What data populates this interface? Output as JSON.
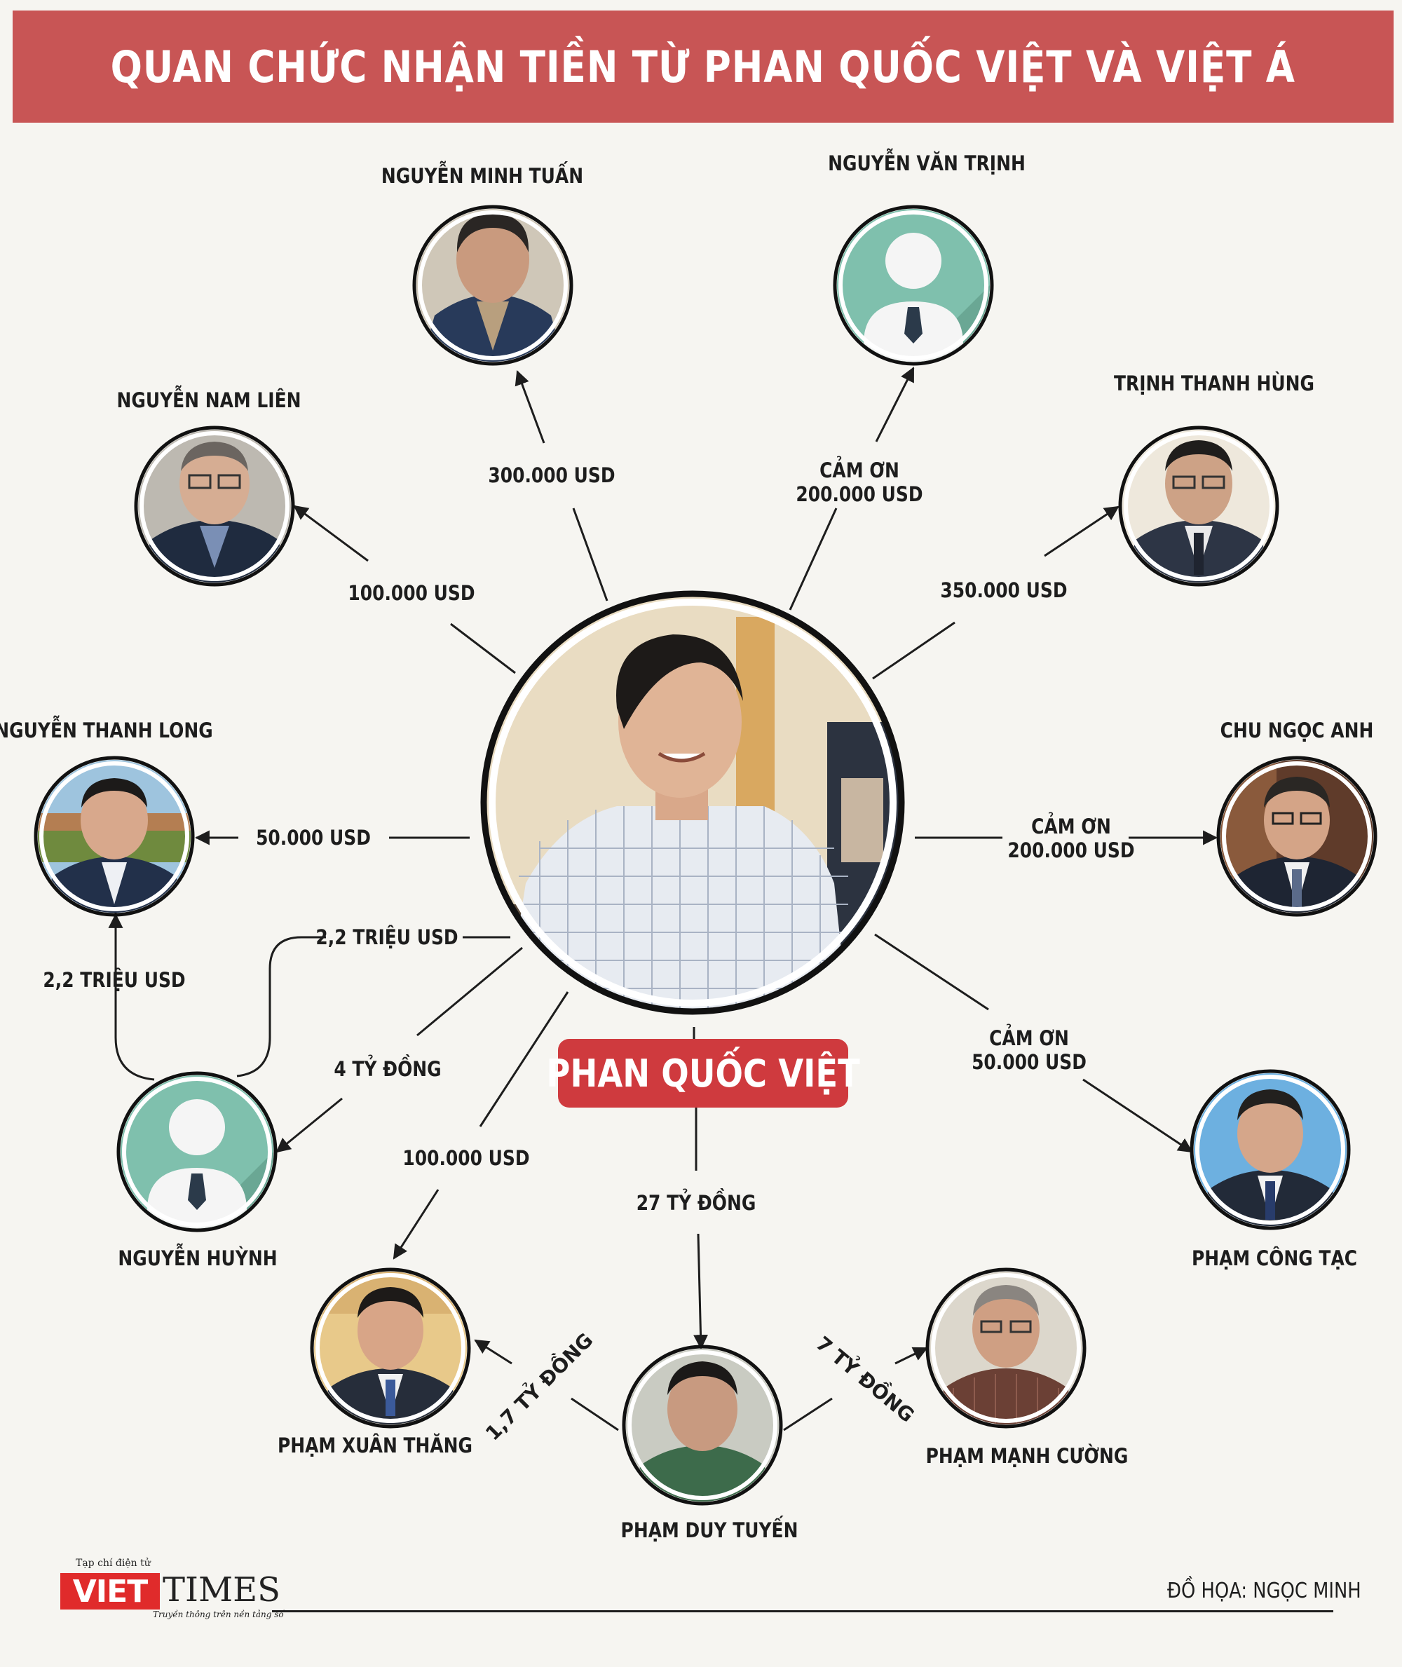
{
  "title": "QUAN CHỨC NHẬN TIỀN TỪ PHAN QUỐC VIỆT VÀ VIỆT Á",
  "center": {
    "name": "PHAN QUỐC VIỆT"
  },
  "people": {
    "tuan": "NGUYỄN MINH TUẤN",
    "trinh": "NGUYỄN VĂN TRỊNH",
    "lien": "NGUYỄN NAM LIÊN",
    "hung": "TRỊNH THANH HÙNG",
    "long": "NGUYỄN THANH LONG",
    "anh": "CHU NGỌC ANH",
    "huynh": "NGUYỄN HUỲNH",
    "tac": "PHẠM CÔNG TẠC",
    "thang": "PHẠM XUÂN THĂNG",
    "cuong": "PHẠM MẠNH CƯỜNG",
    "tuyen": "PHẠM DUY TUYẾN"
  },
  "amounts": {
    "tuan": "300.000 USD",
    "trinh_1": "CẢM ƠN",
    "trinh_2": "200.000 USD",
    "lien": "100.000 USD",
    "hung": "350.000 USD",
    "long": "50.000 USD",
    "anh_1": "CẢM ƠN",
    "anh_2": "200.000 USD",
    "huynh_a": "2,2 TRIỆU USD",
    "long_from_huynh": "2,2 TRIỆU USD",
    "huynh_b": "4 TỶ ĐỒNG",
    "tac_1": "CẢM ƠN",
    "tac_2": "50.000 USD",
    "thang": "100.000 USD",
    "tuyen": "27 TỶ ĐỒNG",
    "thang_from_tuyen": "1,7 TỶ ĐỒNG",
    "cuong_from_tuyen": "7 TỶ ĐỒNG"
  },
  "footer": {
    "credit": "ĐỒ HỌA: NGỌC MINH",
    "logo_small": "Tạp chí điện tử",
    "logo_viet": "VIET",
    "logo_times": "TIMES",
    "logo_tag": "Truyền thông trên nền tảng số"
  },
  "colors": {
    "banner": "#c85555",
    "badge": "#cf3a3e",
    "avatar_green": "#7fc0ad",
    "background": "#f6f5f1"
  }
}
